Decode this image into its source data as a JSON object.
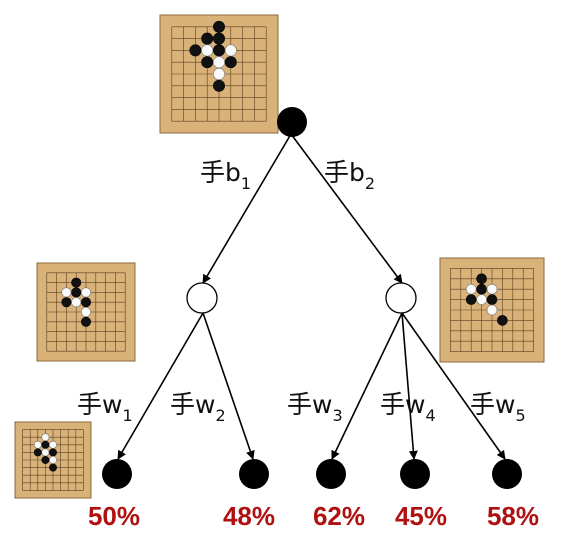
{
  "colors": {
    "black_stone": "#000000",
    "white_stone": "#ffffff",
    "edge": "#000000",
    "percent": "#b01010",
    "board": "#d9b27a",
    "board_line": "#5a3e1e"
  },
  "root": {
    "type": "black",
    "board_icon": "go-board-position-icon"
  },
  "black_moves": [
    {
      "label": "手b",
      "sub": "1"
    },
    {
      "label": "手b",
      "sub": "2"
    }
  ],
  "white_moves": [
    {
      "label": "手w",
      "sub": "1"
    },
    {
      "label": "手w",
      "sub": "2"
    },
    {
      "label": "手w",
      "sub": "3"
    },
    {
      "label": "手w",
      "sub": "4"
    },
    {
      "label": "手w",
      "sub": "5"
    }
  ],
  "leaves": [
    {
      "win_rate": "50%"
    },
    {
      "win_rate": "48%"
    },
    {
      "win_rate": "62%"
    },
    {
      "win_rate": "45%"
    },
    {
      "win_rate": "58%"
    }
  ]
}
